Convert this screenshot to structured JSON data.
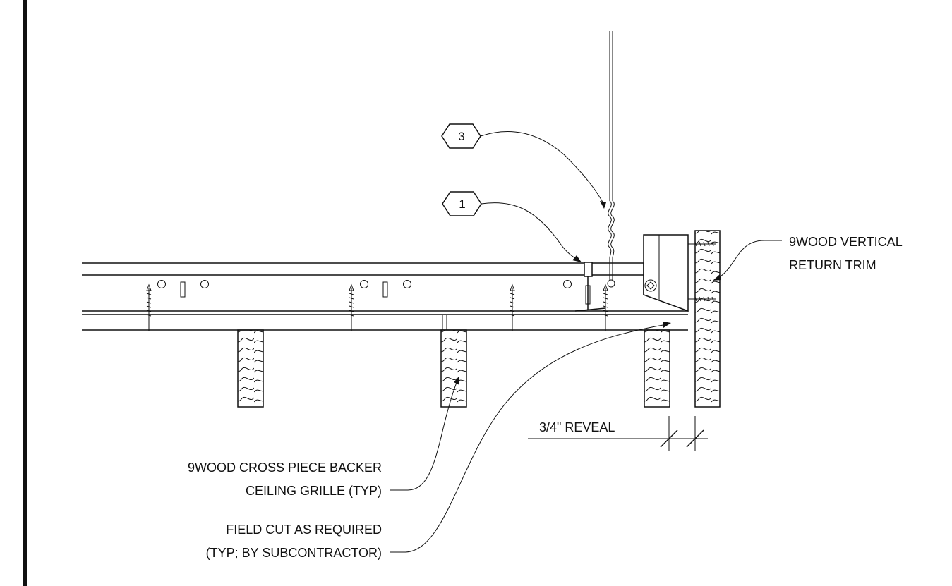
{
  "callouts": {
    "tag_1": "1",
    "tag_3": "3"
  },
  "labels": {
    "return_trim": [
      "9WOOD VERTICAL",
      "RETURN TRIM"
    ],
    "cross_piece": [
      "9WOOD CROSS PIECE BACKER",
      "CEILING GRILLE (TYP)"
    ],
    "field_cut": [
      "FIELD CUT AS REQUIRED",
      "(TYP; BY SUBCONTRACTOR)"
    ],
    "reveal": "3/4\" REVEAL"
  }
}
